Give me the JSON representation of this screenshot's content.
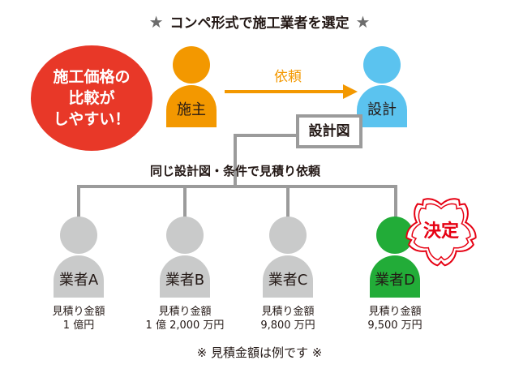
{
  "title": "コンペ形式で施工業者を選定",
  "title_star": "★",
  "bubble": [
    "施工価格の",
    "比較が",
    "しやすい！"
  ],
  "owner": {
    "label": "施主",
    "color": "#f39800"
  },
  "designer": {
    "label": "設計",
    "color": "#5bc3ef"
  },
  "arrow_label": "依頼",
  "doc_label": "設計図",
  "request_label": "同じ設計図・条件で見積り依頼",
  "contractors": [
    {
      "label": "業者A",
      "amount_label": "見積り金額",
      "amount": "1 億円",
      "color": "#c9caca"
    },
    {
      "label": "業者B",
      "amount_label": "見積り金額",
      "amount": "1 億 2,000 万円",
      "color": "#c9caca"
    },
    {
      "label": "業者C",
      "amount_label": "見積り金額",
      "amount": "9,800 万円",
      "color": "#c9caca"
    },
    {
      "label": "業者D",
      "amount_label": "見積り金額",
      "amount": "9,500 万円",
      "color": "#22ac38"
    }
  ],
  "stamp": "決定",
  "note": "※ 見積金額は例です ※"
}
